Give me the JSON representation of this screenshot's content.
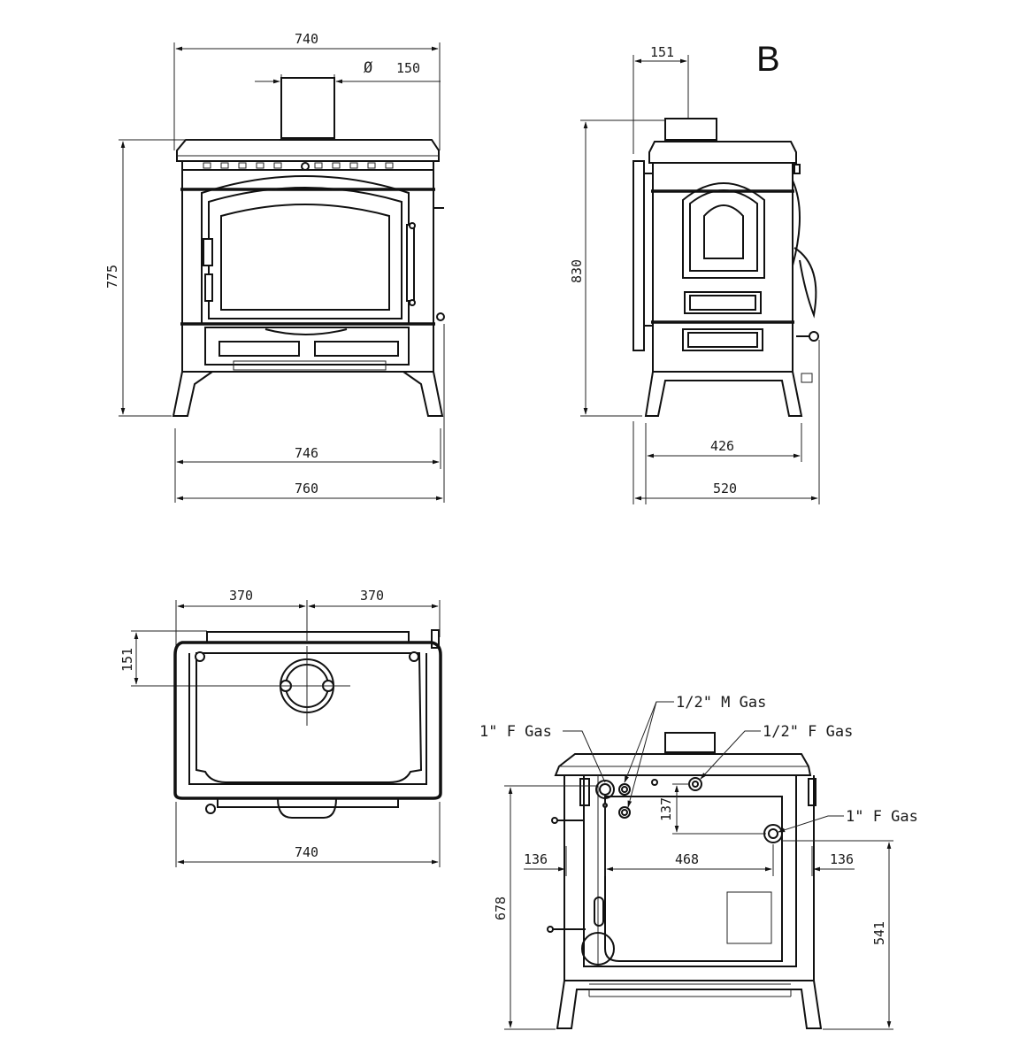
{
  "view_label": "B",
  "front_view": {
    "top_width": "740",
    "flue_diameter_symbol": "Ø",
    "flue_diameter": "150",
    "height": "775",
    "base_width": "746",
    "overall_width": "760"
  },
  "side_view": {
    "flue_offset": "151",
    "height": "830",
    "base_depth": "426",
    "overall_depth": "520"
  },
  "top_view": {
    "left_half": "370",
    "right_half": "370",
    "flue_offset": "151",
    "width": "740"
  },
  "rear_view": {
    "label_1in_f_gas_left": "1\" F Gas",
    "label_half_m_gas": "1/2\" M Gas",
    "label_half_f_gas": "1/2\" F Gas",
    "label_1in_f_gas_right": "1\" F Gas",
    "dim_137": "137",
    "dim_136_left": "136",
    "dim_468": "468",
    "dim_136_right": "136",
    "dim_678": "678",
    "dim_541": "541"
  }
}
